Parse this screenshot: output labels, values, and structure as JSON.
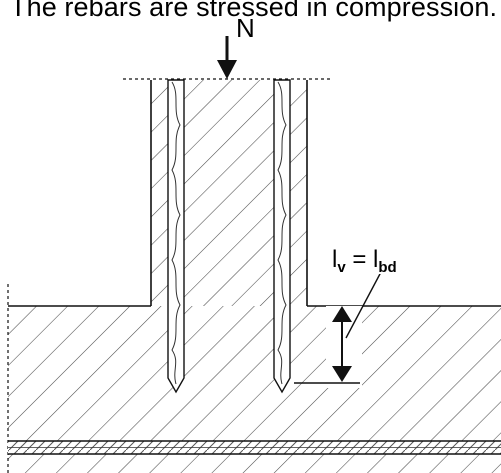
{
  "caption": "The rebars are stressed in compression.",
  "load": {
    "label": "N"
  },
  "anchorage": {
    "lv_main": "l",
    "lv_sub": "v",
    "equals": " = ",
    "lbd_main": "l",
    "lbd_sub": "bd"
  }
}
